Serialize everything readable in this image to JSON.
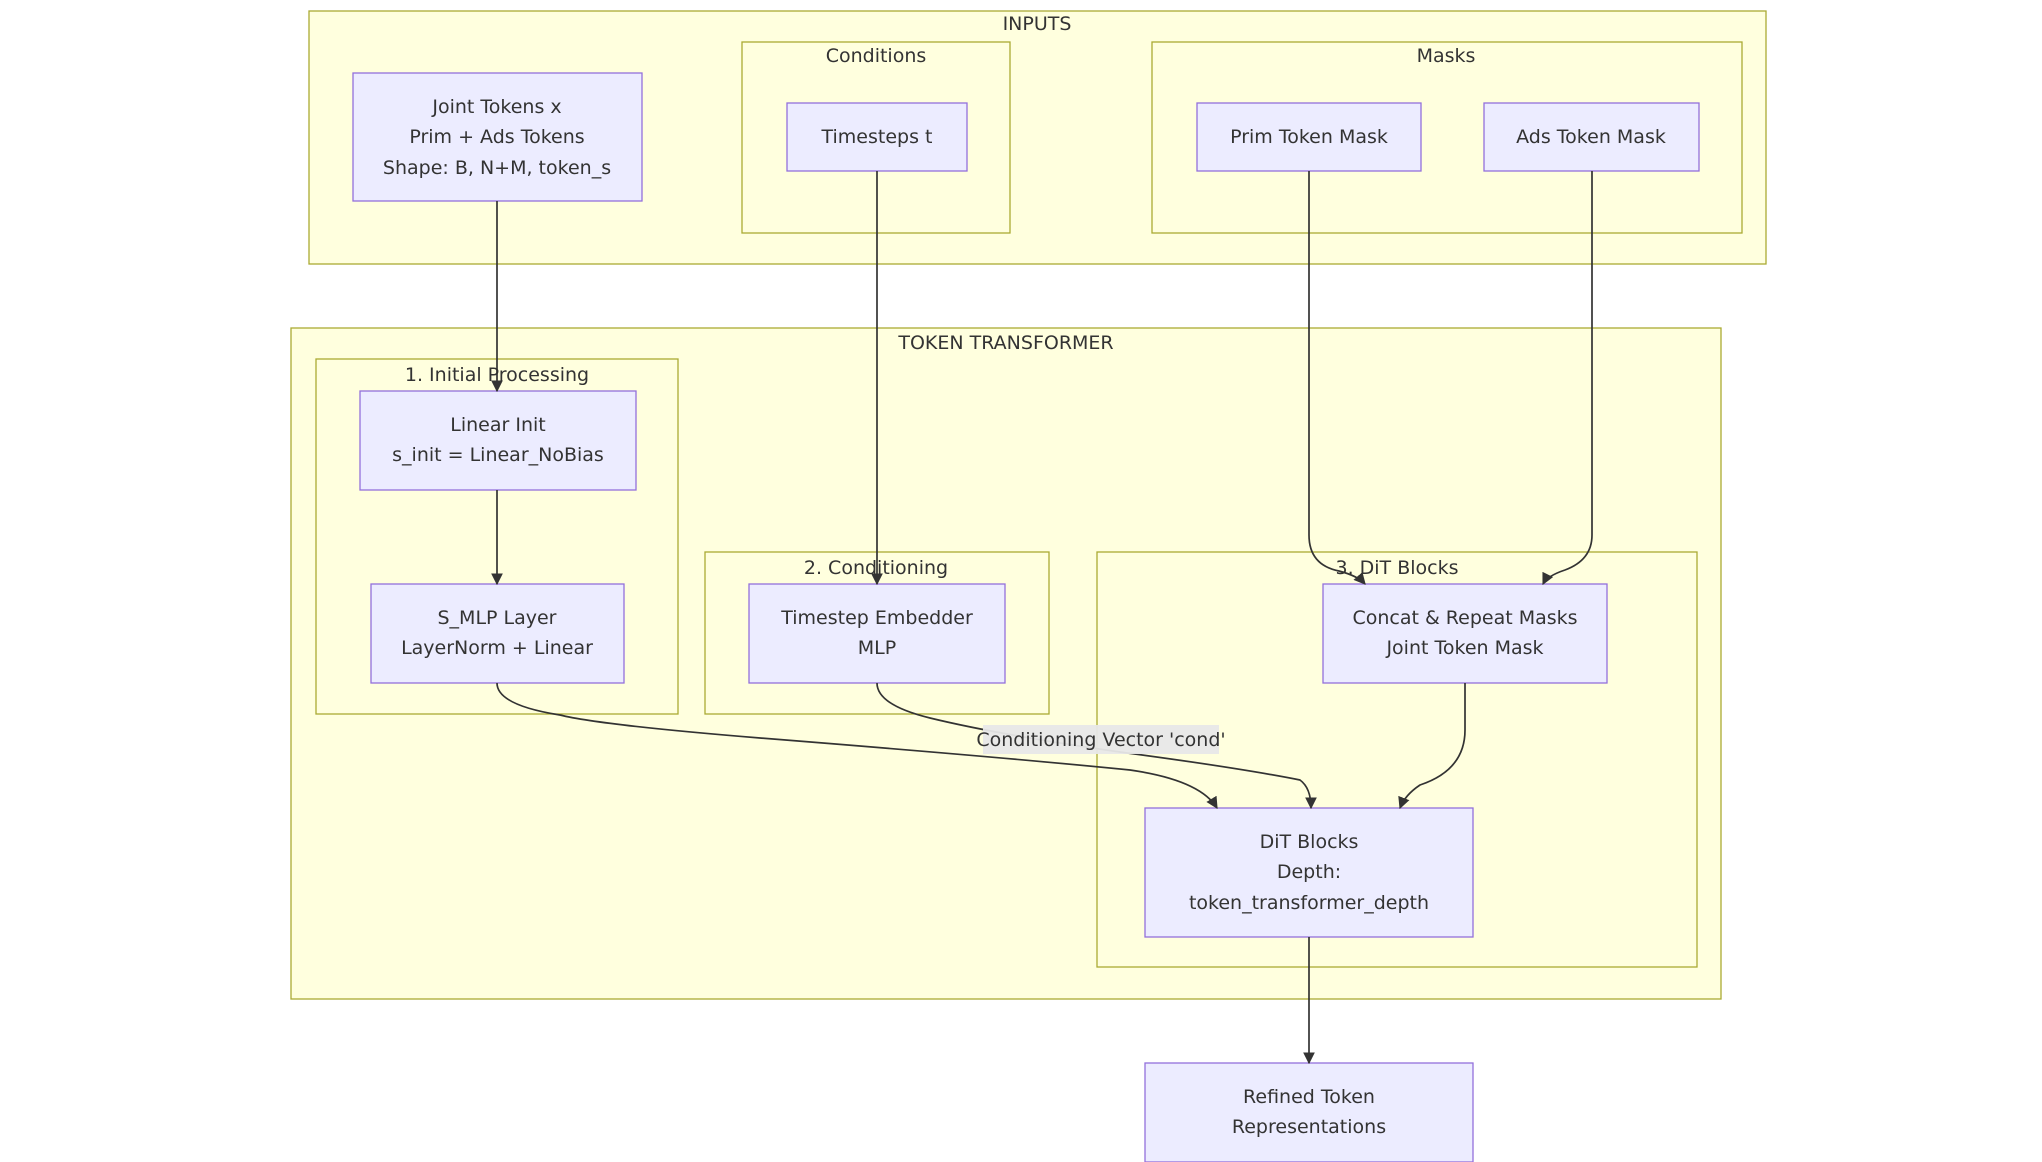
{
  "clusters": {
    "inputs": "INPUTS",
    "conditions": "Conditions",
    "masks": "Masks",
    "token_transformer": "TOKEN TRANSFORMER",
    "initial_processing": "1. Initial Processing",
    "conditioning": "2. Conditioning",
    "dit_blocks": "3. DiT Blocks"
  },
  "nodes": {
    "joint_tokens": [
      "Joint Tokens x",
      "Prim + Ads Tokens",
      "Shape: B, N+M, token_s"
    ],
    "timesteps": [
      "Timesteps t"
    ],
    "prim_mask": [
      "Prim Token Mask"
    ],
    "ads_mask": [
      "Ads Token Mask"
    ],
    "linear_init": [
      "Linear Init",
      "s_init = Linear_NoBias"
    ],
    "s_mlp": [
      "S_MLP Layer",
      "LayerNorm + Linear"
    ],
    "timestep_embedder": [
      "Timestep Embedder",
      "MLP"
    ],
    "concat_masks": [
      "Concat & Repeat Masks",
      "Joint Token Mask"
    ],
    "dit_blocks": [
      "DiT Blocks",
      "Depth:",
      "token_transformer_depth"
    ],
    "refined": [
      "Refined Token",
      "Representations"
    ]
  },
  "edge_labels": {
    "conditioning_vector": "Conditioning Vector 'cond'"
  }
}
